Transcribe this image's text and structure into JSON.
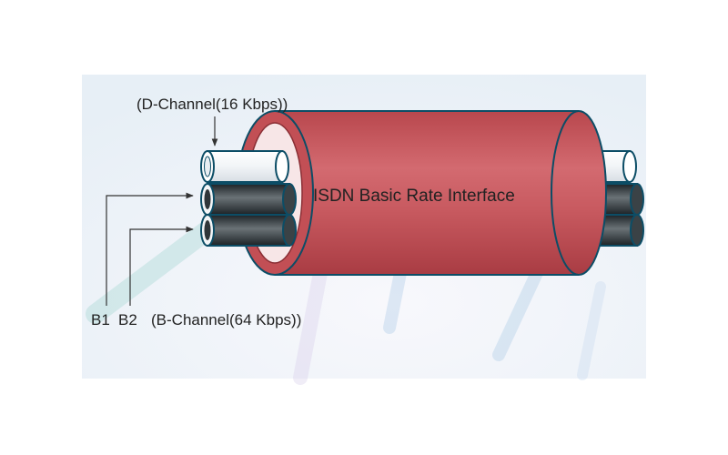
{
  "diagram": {
    "title": "ISDN Basic Rate Interface",
    "d_channel_label": "(D-Channel(16 Kbps))",
    "b1_label": "B1",
    "b2_label": "B2",
    "b_channel_label": "(B-Channel(64 Kbps))"
  },
  "colors": {
    "panel_bg": "#eef3f8",
    "cable_outer": "#c55258",
    "cable_outer_dark": "#a5383f",
    "cable_inner": "#f7e6e7",
    "d_wire": "#f5f7fa",
    "b_wire": "#2f3539",
    "stroke": "#0c4d66"
  }
}
